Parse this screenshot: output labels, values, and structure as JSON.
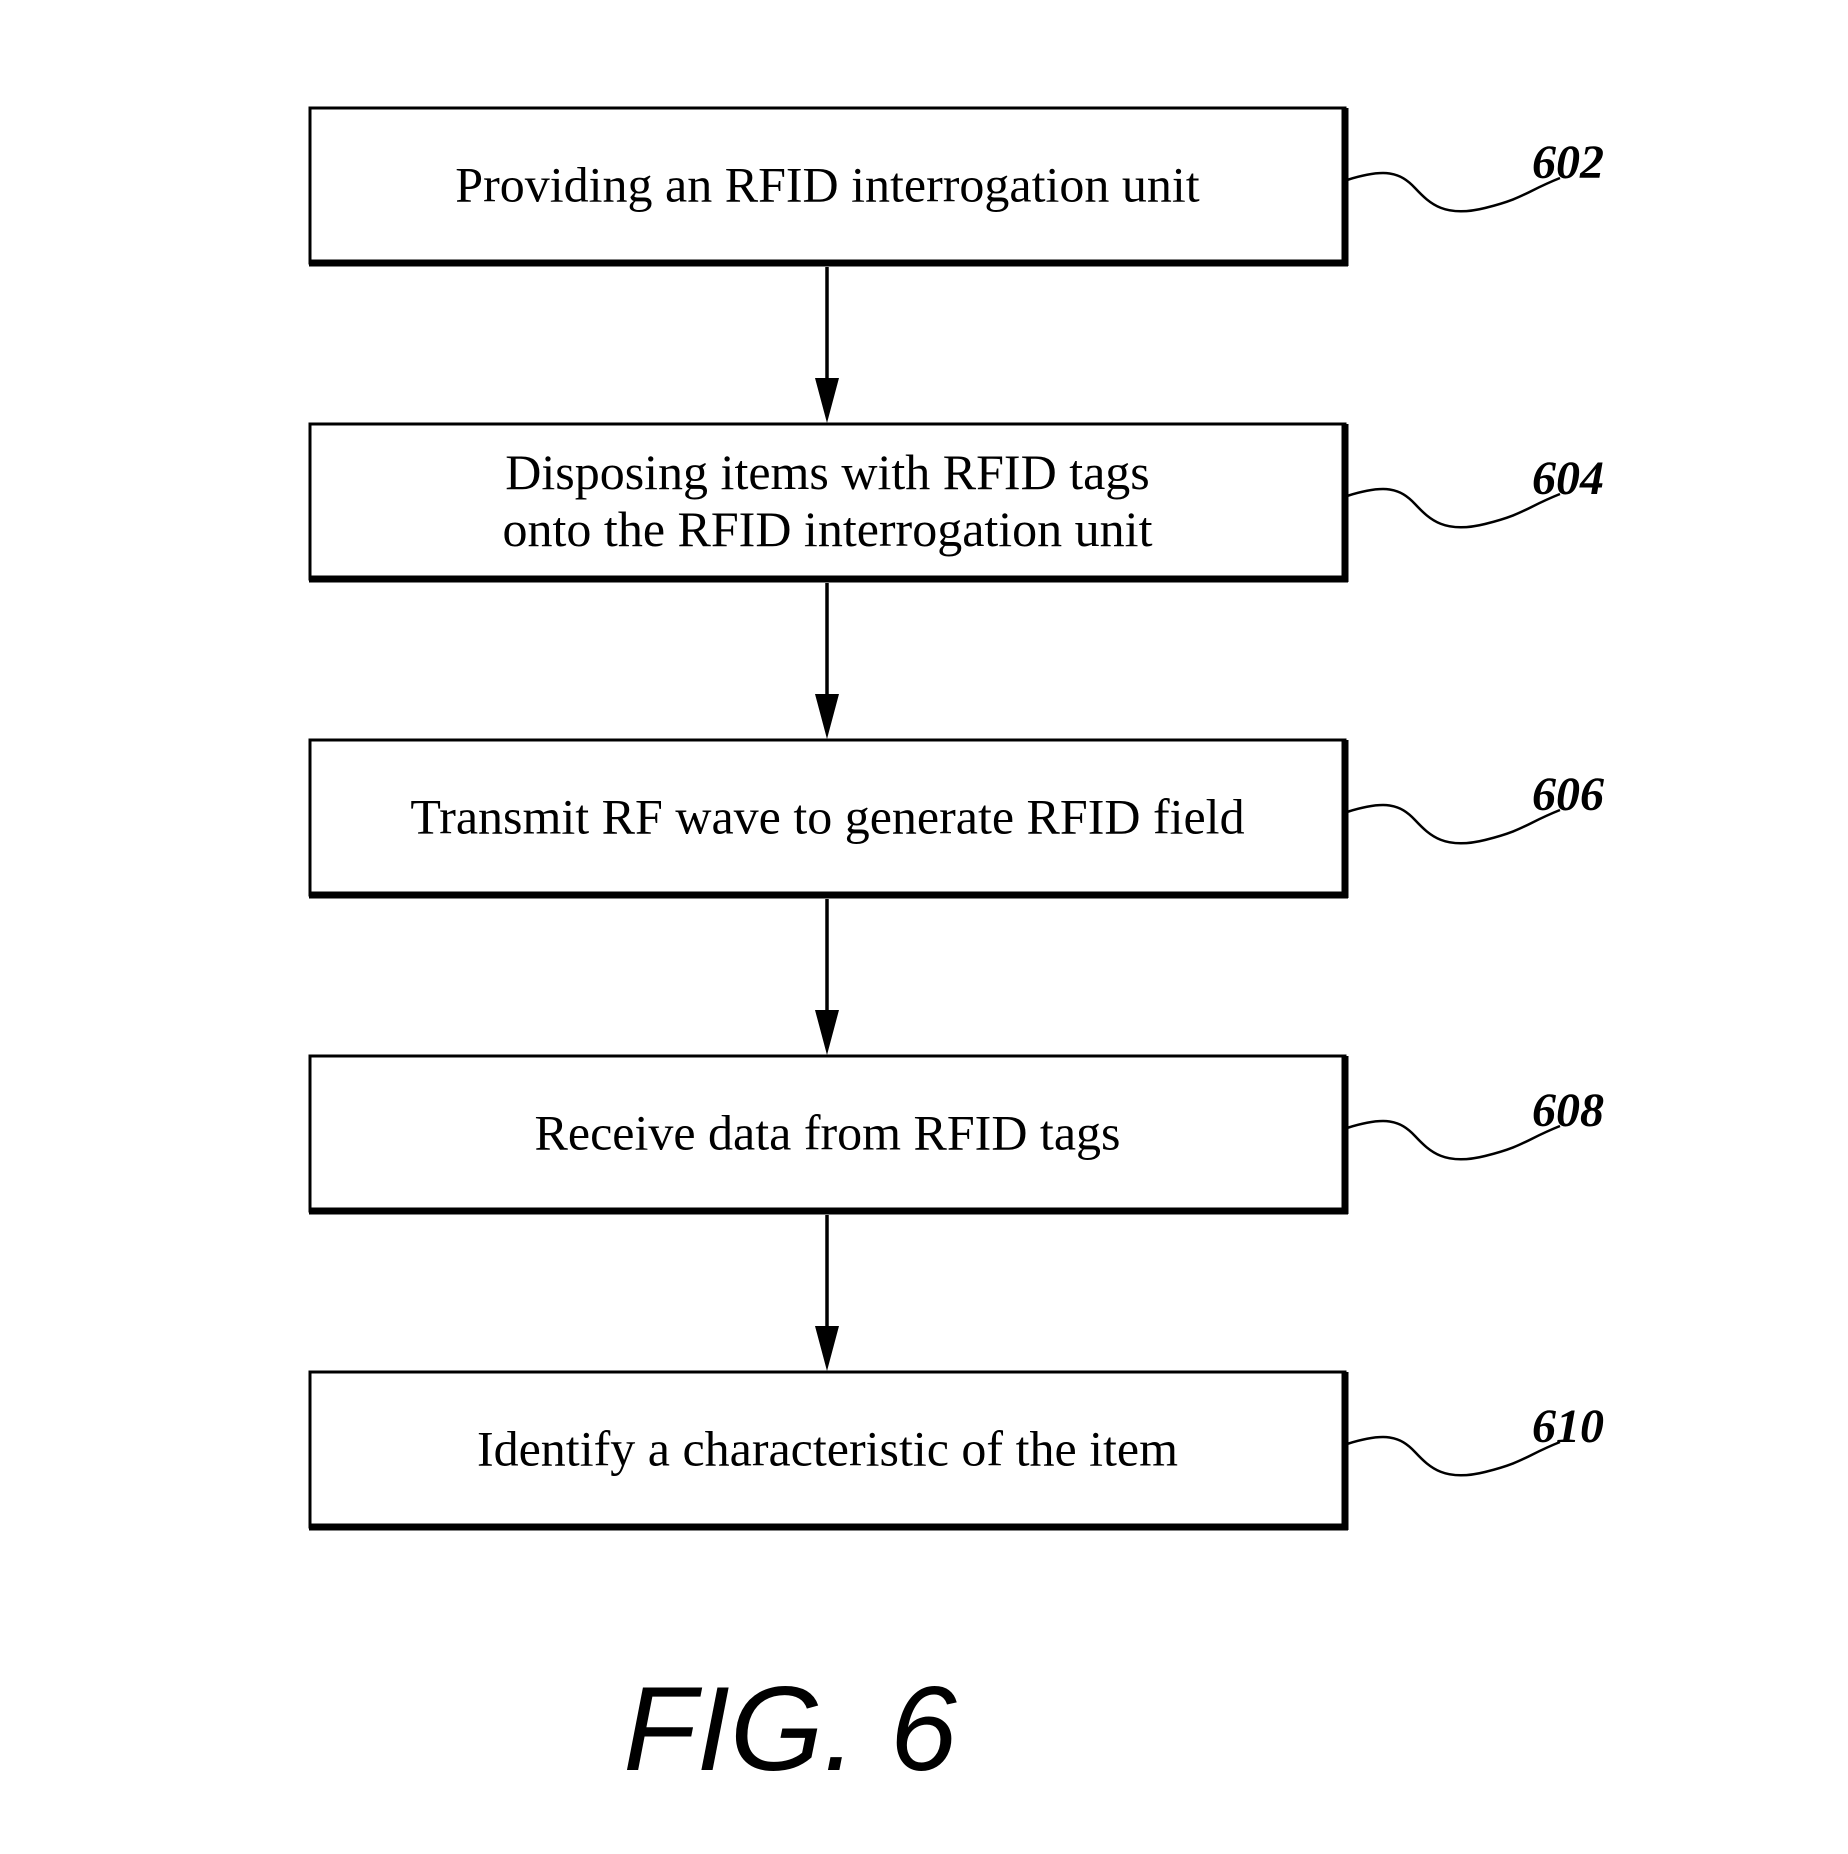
{
  "diagram": {
    "steps": [
      {
        "ref": "602",
        "lines": [
          "Providing an RFID interrogation unit"
        ]
      },
      {
        "ref": "604",
        "lines": [
          "Disposing items with RFID tags",
          "onto the RFID interrogation unit"
        ]
      },
      {
        "ref": "606",
        "lines": [
          "Transmit RF wave to generate RFID field"
        ]
      },
      {
        "ref": "608",
        "lines": [
          "Receive data from RFID tags"
        ]
      },
      {
        "ref": "610",
        "lines": [
          "Identify a characteristic of the item"
        ]
      }
    ],
    "figure_label": "FIG. 6"
  }
}
